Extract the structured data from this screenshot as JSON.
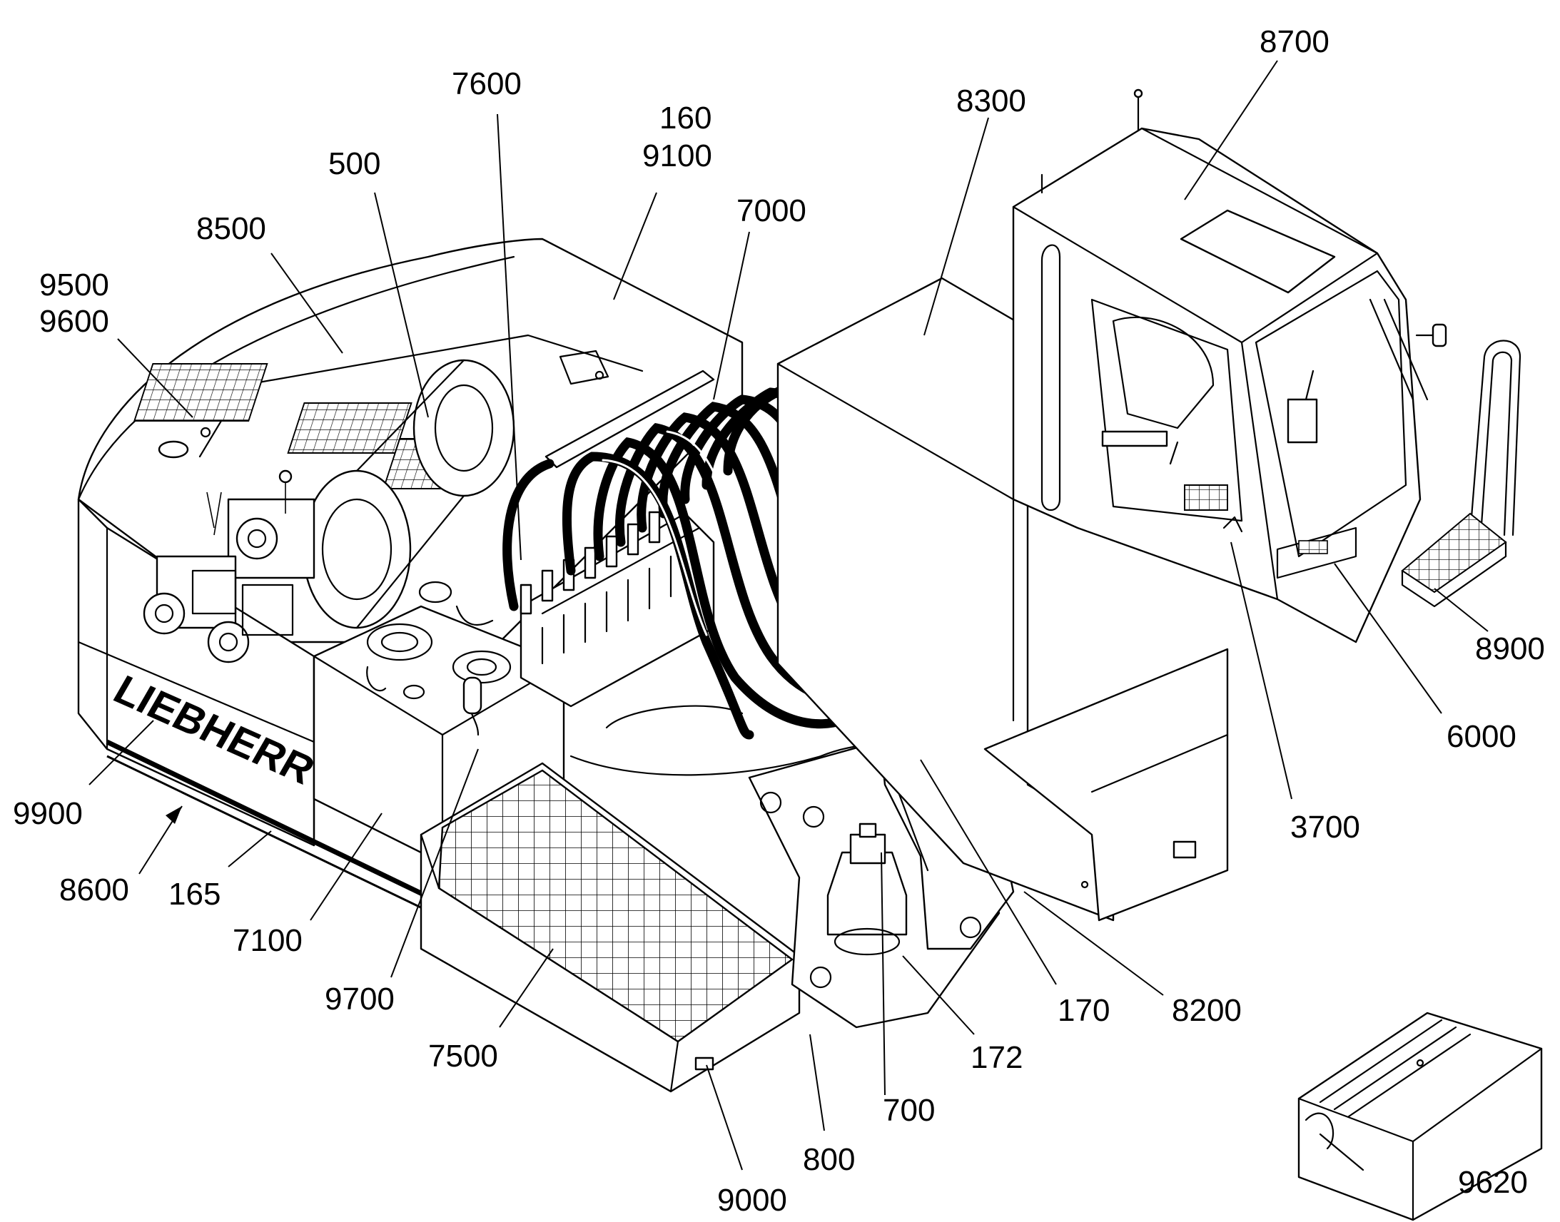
{
  "brand_logo": "LIEBHERR",
  "callouts": {
    "c8700": "8700",
    "c7600": "7600",
    "c8300": "8300",
    "c160": "160",
    "c9100": "9100",
    "c500": "500",
    "c7000": "7000",
    "c8500": "8500",
    "c9500": "9500",
    "c9600": "9600",
    "c8900": "8900",
    "c6000": "6000",
    "c9900": "9900",
    "c3700": "3700",
    "c8600": "8600",
    "c165": "165",
    "c7100": "7100",
    "c9700": "9700",
    "c170": "170",
    "c8200": "8200",
    "c172": "172",
    "c7500": "7500",
    "c700": "700",
    "c800": "800",
    "c9620": "9620",
    "c9000": "9000"
  },
  "colors": {
    "line": "#000000",
    "background": "#ffffff"
  }
}
